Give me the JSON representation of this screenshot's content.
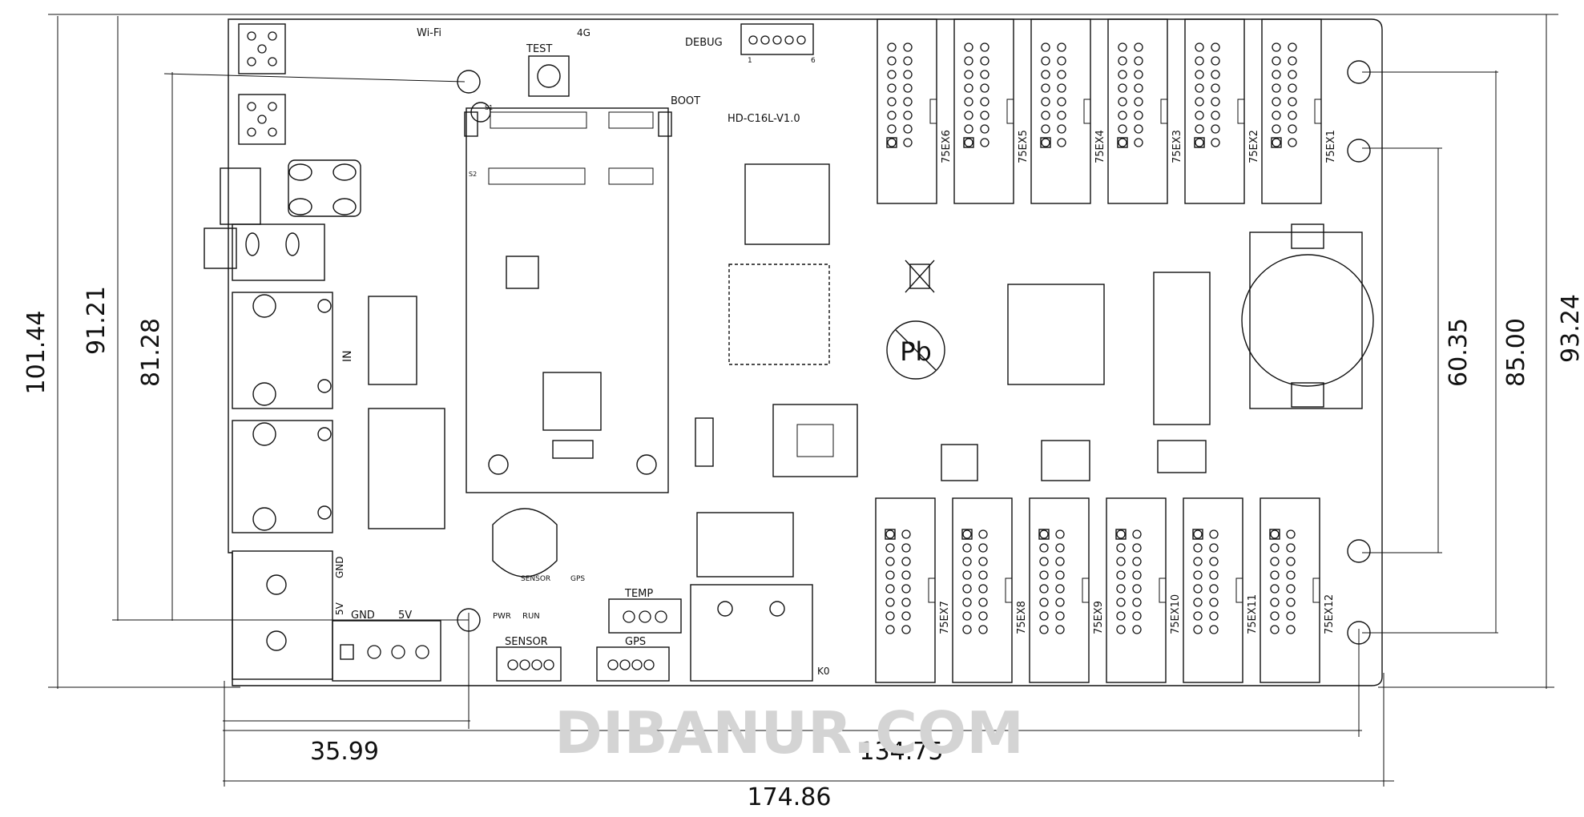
{
  "board": {
    "model": "HD-C16L-V1.0",
    "labels": {
      "wifi": "Wi-Fi",
      "four_g": "4G",
      "test": "TEST",
      "debug": "DEBUG",
      "boot": "BOOT",
      "s1": "S1",
      "s2": "S2",
      "in": "IN",
      "gnd": "GND",
      "five_v": "5V",
      "terminal_gnd": "GND",
      "terminal_5v": "5V",
      "pwr": "PWR",
      "run": "RUN",
      "sensor_top": "SENSOR",
      "gps_top": "GPS",
      "temp": "TEMP",
      "sensor": "SENSOR",
      "gps": "GPS",
      "k0": "K0",
      "pb": "Pb",
      "debug_pin1": "1",
      "debug_pin6": "6"
    },
    "hub_ports_top": [
      "75EX6",
      "75EX5",
      "75EX4",
      "75EX3",
      "75EX2",
      "75EX1"
    ],
    "hub_ports_bottom": [
      "75EX7",
      "75EX8",
      "75EX9",
      "75EX10",
      "75EX11",
      "75EX12"
    ]
  },
  "dimensions": {
    "overall_width": "174.86",
    "hole_span_x": "134.75",
    "left_to_hole": "35.99",
    "overall_height": "101.44",
    "height_left_2": "91.21",
    "height_left_3": "81.28",
    "height_right_1": "60.35",
    "height_right_2": "85.00",
    "height_right_3": "93.24"
  },
  "watermark": {
    "text": "DIBANUR.COM"
  }
}
